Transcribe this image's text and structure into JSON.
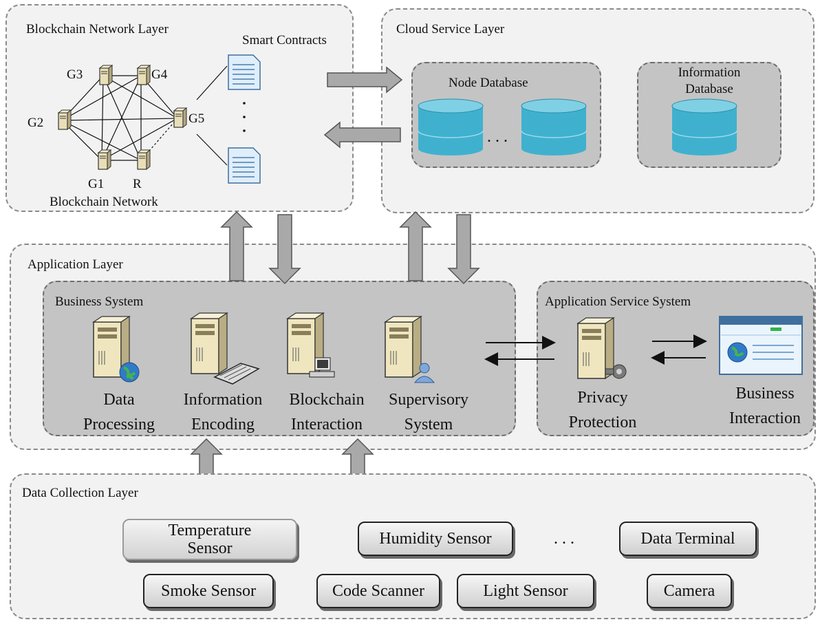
{
  "blockchain_layer": {
    "title": "Blockchain Network Layer",
    "smart_contracts": "Smart Contracts",
    "network_label": "Blockchain Network",
    "nodes": [
      "G1",
      "G2",
      "G3",
      "G4",
      "G5",
      "R"
    ]
  },
  "cloud_layer": {
    "title": "Cloud Service Layer",
    "node_database": "Node Database",
    "ellipsis": ". . .",
    "information_database": "Information\nDatabase"
  },
  "application_layer": {
    "title": "Application Layer",
    "business_system": {
      "title": "Business System",
      "components": [
        {
          "label": "Data\nProcessing"
        },
        {
          "label": "Information\nEncoding"
        },
        {
          "label": "Blockchain\nInteraction"
        },
        {
          "label": "Supervisory\nSystem"
        }
      ]
    },
    "service_system": {
      "title": "Application Service System",
      "components": [
        {
          "label": "Privacy\nProtection"
        },
        {
          "label": "Business\nInteraction"
        }
      ]
    }
  },
  "data_layer": {
    "title": "Data Collection Layer",
    "ellipsis": ". . .",
    "sensors": [
      "Temperature\nSensor",
      "Humidity Sensor",
      "Data Terminal",
      "Smoke Sensor",
      "Code Scanner",
      "Light Sensor",
      "Camera"
    ]
  },
  "colors": {
    "database": "#3fb1cf",
    "layer_bg": "#f2f2f2",
    "group_bg": "#c4c4c4",
    "arrow": "#a9a9a9"
  }
}
